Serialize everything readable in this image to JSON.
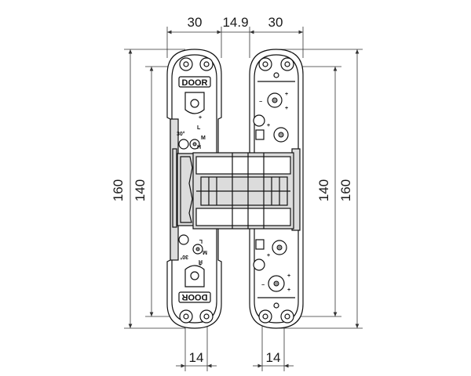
{
  "dimensions": {
    "top_left_width": "30",
    "top_gap": "14.9",
    "top_right_width": "30",
    "left_outer_height": "160",
    "left_inner_height": "140",
    "right_inner_height": "140",
    "right_outer_height": "160",
    "bottom_left_width": "14",
    "bottom_right_width": "14"
  },
  "labels": {
    "logo_top": "DOOR",
    "logo_bottom": "DOOR",
    "angle_top": "30°",
    "angle_bottom": "30°",
    "adj_L": "L",
    "adj_M": "M",
    "adj_H": "H"
  },
  "colors": {
    "line": "#111111",
    "body": "#ffffff",
    "metal": "#dcdcdc",
    "metal_dark": "#9a9a9a"
  }
}
